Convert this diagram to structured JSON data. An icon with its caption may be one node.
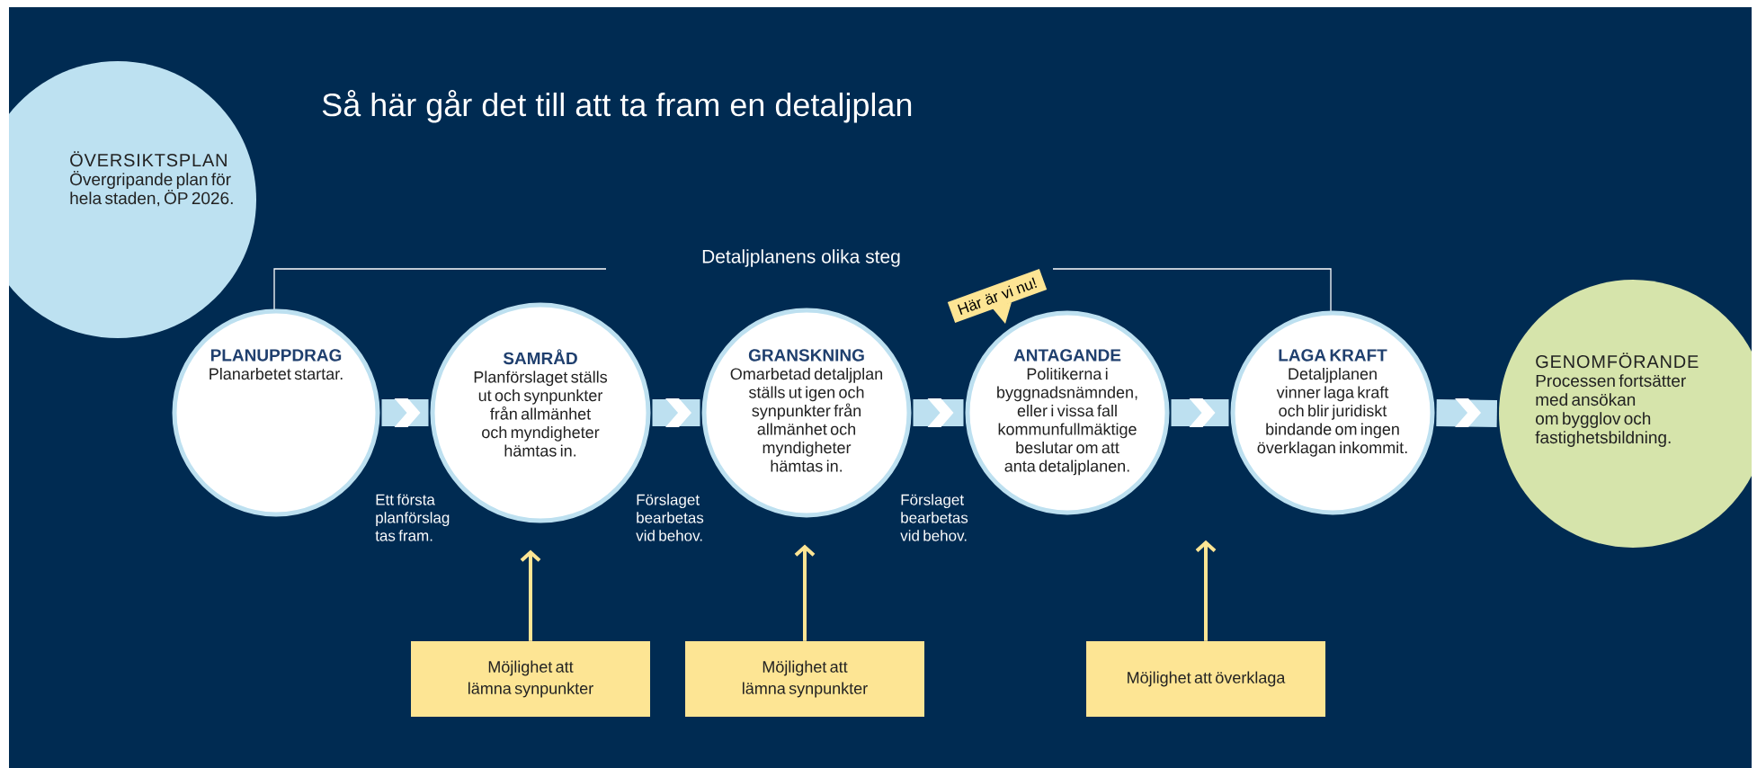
{
  "diagram": {
    "title": "Så här går det till att ta fram en detaljplan",
    "nodes": [
      {
        "text": [
          "ÖVERSIKTSPLAN",
          "Övergripande plan för hela staden, ÖP 2026."
        ]
      },
      {
        "text": [
          "PLANUPPDRAG",
          "Planarbetet startar."
        ]
      },
      {
        "text": [
          "SAMRÅD",
          "Planförslaget ställs ut och synpunkter från allmänhet och myndigheter hämtas in."
        ]
      },
      {
        "text": [
          "GRANSKNING",
          "Omarbetad detaljplan ställs ut igen och synpunkter från allmänhet och myndigheter hämtas in."
        ]
      },
      {
        "text": [
          "ANTAGANDE",
          "Politikerna i byggnadsnämnden, eller i vissa fall kommunfullmäktige beslutar om att anta detaljplanen."
        ]
      },
      {
        "text": [
          "LAGA KRAFT",
          "Detaljplanen vinner laga kraft och blir juridiskt bindande om ingen överklagan inkommit."
        ]
      },
      {
        "text": [
          "GENOMFÖRANDE",
          "Processen fortsätter med ansökan om bygglov och fastighetsbildning."
        ]
      },
      {
        "text": [
          "Här är vi nu!"
        ]
      },
      {
        "text": [
          "Möjlighet att lämna synpunkter"
        ]
      },
      {
        "text": [
          "Möjlighet att lämna synpunkter"
        ]
      },
      {
        "text": [
          "Möjlighet att överklaga"
        ]
      }
    ],
    "edges": [
      {
        "from": 1,
        "to": 2,
        "arrow": "to"
      },
      {
        "from": 2,
        "to": 3,
        "arrow": "to"
      },
      {
        "from": 3,
        "to": 4,
        "arrow": "to"
      },
      {
        "from": 4,
        "to": 5,
        "arrow": "to"
      },
      {
        "from": 5,
        "to": 6,
        "arrow": "to"
      },
      {
        "from": 8,
        "to": 2,
        "arrow": "to",
        "color": "#fde594"
      },
      {
        "from": 9,
        "to": 3,
        "arrow": "to",
        "color": "#fde594"
      },
      {
        "from": 10,
        "to": null,
        "arrow": "to",
        "color": "#fde594"
      }
    ],
    "labels": [
      "Detaljplanens olika steg",
      "Ett första planförslag tas fram.",
      "Förslaget bearbetas vid behov.",
      "Förslaget bearbetas vid behov."
    ]
  }
}
